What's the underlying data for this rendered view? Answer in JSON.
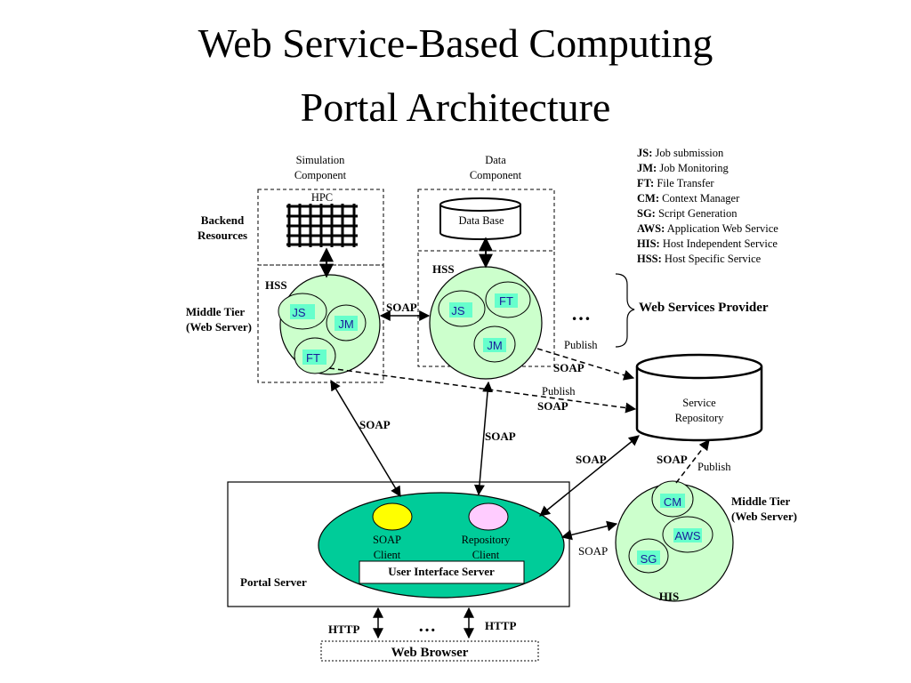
{
  "title": {
    "line1": "Web Service-Based Computing",
    "line2": "Portal Architecture"
  },
  "components": {
    "simulation": {
      "line1": "Simulation",
      "line2": "Component"
    },
    "data": {
      "line1": "Data",
      "line2": "Component"
    },
    "hpc": "HPC",
    "database": "Data Base"
  },
  "labels": {
    "backend": {
      "line1": "Backend",
      "line2": "Resources"
    },
    "middle_tier_left": {
      "line1": "Middle Tier",
      "line2": "(Web Server)"
    },
    "middle_tier_right": {
      "line1": "Middle Tier",
      "line2": "(Web Server)"
    },
    "hss": "HSS",
    "his": "HIS",
    "ellipsis": "…",
    "web_services_provider": "Web Services Provider",
    "portal_server": "Portal Server",
    "web_browser": "Web Browser",
    "ui_server": "User Interface Server",
    "soap_client": {
      "line1": "SOAP",
      "line2": "Client"
    },
    "repo_client": {
      "line1": "Repository",
      "line2": "Client"
    },
    "service_repository": {
      "line1": "Service",
      "line2": "Repository"
    }
  },
  "nodes": {
    "js": "JS",
    "jm": "JM",
    "ft": "FT",
    "cm": "CM",
    "aws": "AWS",
    "sg": "SG"
  },
  "edges": {
    "soap": "SOAP",
    "publish": "Publish",
    "http": "HTTP"
  },
  "legend": [
    {
      "abbr": "JS:",
      "text": "Job submission"
    },
    {
      "abbr": "JM:",
      "text": "Job Monitoring"
    },
    {
      "abbr": "FT:",
      "text": "File Transfer"
    },
    {
      "abbr": "CM:",
      "text": "Context Manager"
    },
    {
      "abbr": "SG:",
      "text": "Script Generation"
    },
    {
      "abbr": "AWS:",
      "text": "Application Web Service"
    },
    {
      "abbr": "HIS:",
      "text": "Host Independent Service"
    },
    {
      "abbr": "HSS:",
      "text": "Host Specific Service"
    }
  ],
  "colors": {
    "server_fill": "#ccffcc",
    "portal_fill": "#00cc99",
    "node_fill": "#66ffcc",
    "soap_client_fill": "#ffff00",
    "repo_client_fill": "#ffccff",
    "node_text": "#1a1a99"
  }
}
